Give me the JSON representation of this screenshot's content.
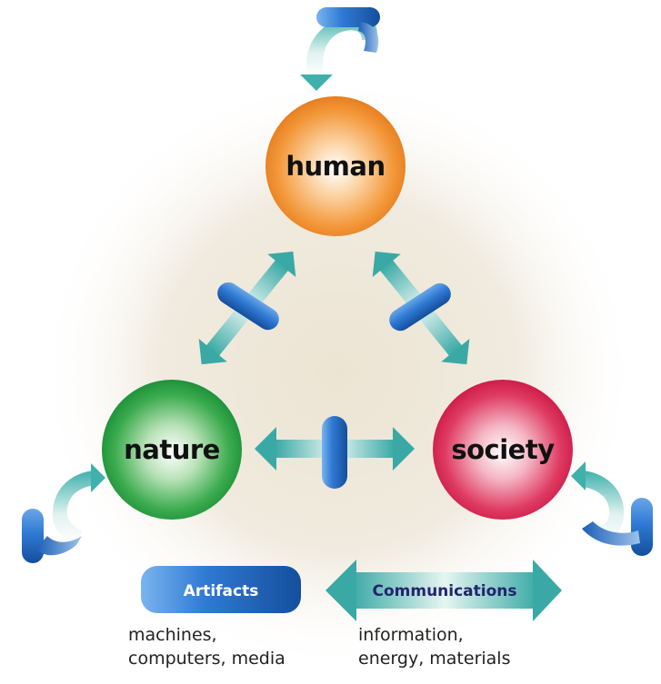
{
  "nodes": {
    "human": "human",
    "nature": "nature",
    "society": "society"
  },
  "legend": {
    "artifacts": {
      "label": "Artifacts",
      "examples": [
        "machines,",
        "computers, media"
      ]
    },
    "communications": {
      "label": "Communications",
      "examples": [
        "information,",
        "energy, materials"
      ]
    }
  },
  "colors": {
    "human": "#f08a1e",
    "nature": "#1f9a3f",
    "society": "#d81f4c",
    "artifact_blue": "#1d5fb6",
    "communication_teal": "#3fb0ab",
    "legend_text": "#24246e",
    "background_glow": "#ece4d3"
  }
}
